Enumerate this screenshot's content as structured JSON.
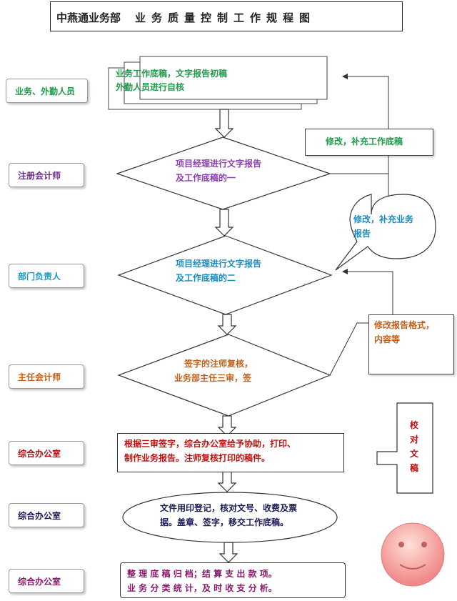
{
  "title": {
    "company": "中燕通业务部",
    "heading": "业务质量控制工作规程图"
  },
  "roles": [
    {
      "label": "业务、外勤人员",
      "color": "#1f9a4a"
    },
    {
      "label": "注册会计师",
      "color": "#6b2f8c"
    },
    {
      "label": "部门负责人",
      "color": "#1b9ac4"
    },
    {
      "label": "主任会计师",
      "color": "#c0601a"
    },
    {
      "label": "综合办公室",
      "color": "#b01010"
    },
    {
      "label": "综合办公室",
      "color": "#1a1a55"
    },
    {
      "label": "综合办公室",
      "color": "#8a1a6a"
    }
  ],
  "steps": {
    "s1": {
      "line1": "业务工作底稿，文字报告初稿",
      "line2": "外勤人员进行自核",
      "color": "#1f9a4a"
    },
    "s2": {
      "line1": "项目经理进行文字报告",
      "line2": "及工作底稿的一",
      "color": "#8a3fb0"
    },
    "s3": {
      "line1": "项目经理进行文字报告",
      "line2": "及工作底稿的二",
      "color": "#1b8cc0"
    },
    "s4": {
      "line1": "签字的注师复核，",
      "line2": "业务部主任三审，签",
      "color": "#c0601a"
    },
    "s5": {
      "line1": "根据三审签字，综合办公室给予协助，打印、",
      "line2": "制作业务报告。注师复核打印的稿件。",
      "color": "#c01010"
    },
    "s6": {
      "line1": "文件用印登记，核对文号、收费及票",
      "line2": "据。盖章、签字，移交工作底稿。",
      "color": "#1a1a55"
    },
    "s7": {
      "line1": "整 理 底 稿 归 档；结 算 支 出 款 项。",
      "line2": "业 务 分 类 统 计，及 时 收 支 分 析。",
      "color": "#8a1a6a"
    }
  },
  "feedback": {
    "f1": {
      "label": "修改，补充工作底稿",
      "color": "#1f9a4a"
    },
    "f2": {
      "line1": "修改，补充业务",
      "line2": "报告",
      "color": "#1b8cc0"
    },
    "f3": {
      "line1": "修改报告格式，",
      "line2": "内容等",
      "color": "#c0601a"
    },
    "f4": {
      "chars": [
        "校",
        "对",
        "文",
        "稿"
      ],
      "color": "#c01010"
    }
  }
}
